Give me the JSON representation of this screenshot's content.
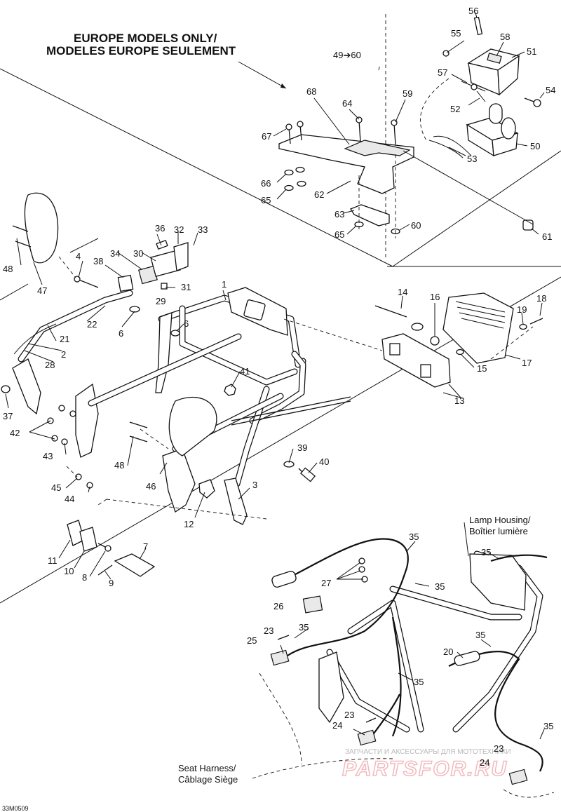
{
  "header": {
    "line1": "EUROPE MODELS ONLY/",
    "line2": "MODELES EUROPE SEULEMENT"
  },
  "range_ref": "49➔60",
  "annotations": {
    "lamp_line1": "Lamp Housing/",
    "lamp_line2": "Boîtier lumière",
    "seat_line1": "Seat Harness/",
    "seat_line2": "Câblage Siège"
  },
  "figure_code": "33M0509",
  "watermark": {
    "text": "ЗАПЧАСТИ И АКСЕССУАРЫ ДЛЯ МОТОТЕХНИКИ",
    "brand": "PARTSFOR.RU"
  },
  "callouts": [
    {
      "n": "56"
    },
    {
      "n": "55"
    },
    {
      "n": "58"
    },
    {
      "n": "51"
    },
    {
      "n": "57"
    },
    {
      "n": "54"
    },
    {
      "n": "52"
    },
    {
      "n": "50"
    },
    {
      "n": "53"
    },
    {
      "n": "68"
    },
    {
      "n": "64"
    },
    {
      "n": "59"
    },
    {
      "n": "67"
    },
    {
      "n": "66"
    },
    {
      "n": "65"
    },
    {
      "n": "62"
    },
    {
      "n": "63"
    },
    {
      "n": "65"
    },
    {
      "n": "60"
    },
    {
      "n": "61"
    },
    {
      "n": "36"
    },
    {
      "n": "32"
    },
    {
      "n": "33"
    },
    {
      "n": "34"
    },
    {
      "n": "30"
    },
    {
      "n": "38"
    },
    {
      "n": "31"
    },
    {
      "n": "4"
    },
    {
      "n": "48"
    },
    {
      "n": "47"
    },
    {
      "n": "1"
    },
    {
      "n": "29"
    },
    {
      "n": "22"
    },
    {
      "n": "6"
    },
    {
      "n": "6"
    },
    {
      "n": "21"
    },
    {
      "n": "2"
    },
    {
      "n": "28"
    },
    {
      "n": "37"
    },
    {
      "n": "42"
    },
    {
      "n": "43"
    },
    {
      "n": "45"
    },
    {
      "n": "44"
    },
    {
      "n": "41"
    },
    {
      "n": "48"
    },
    {
      "n": "46"
    },
    {
      "n": "39"
    },
    {
      "n": "40"
    },
    {
      "n": "3"
    },
    {
      "n": "12"
    },
    {
      "n": "14"
    },
    {
      "n": "16"
    },
    {
      "n": "19"
    },
    {
      "n": "18"
    },
    {
      "n": "15"
    },
    {
      "n": "17"
    },
    {
      "n": "13"
    },
    {
      "n": "7"
    },
    {
      "n": "11"
    },
    {
      "n": "10"
    },
    {
      "n": "8"
    },
    {
      "n": "9"
    },
    {
      "n": "35"
    },
    {
      "n": "27"
    },
    {
      "n": "35"
    },
    {
      "n": "35"
    },
    {
      "n": "26"
    },
    {
      "n": "23"
    },
    {
      "n": "35"
    },
    {
      "n": "25"
    },
    {
      "n": "35"
    },
    {
      "n": "20"
    },
    {
      "n": "35"
    },
    {
      "n": "23"
    },
    {
      "n": "24"
    },
    {
      "n": "35"
    },
    {
      "n": "23"
    },
    {
      "n": "24"
    }
  ]
}
